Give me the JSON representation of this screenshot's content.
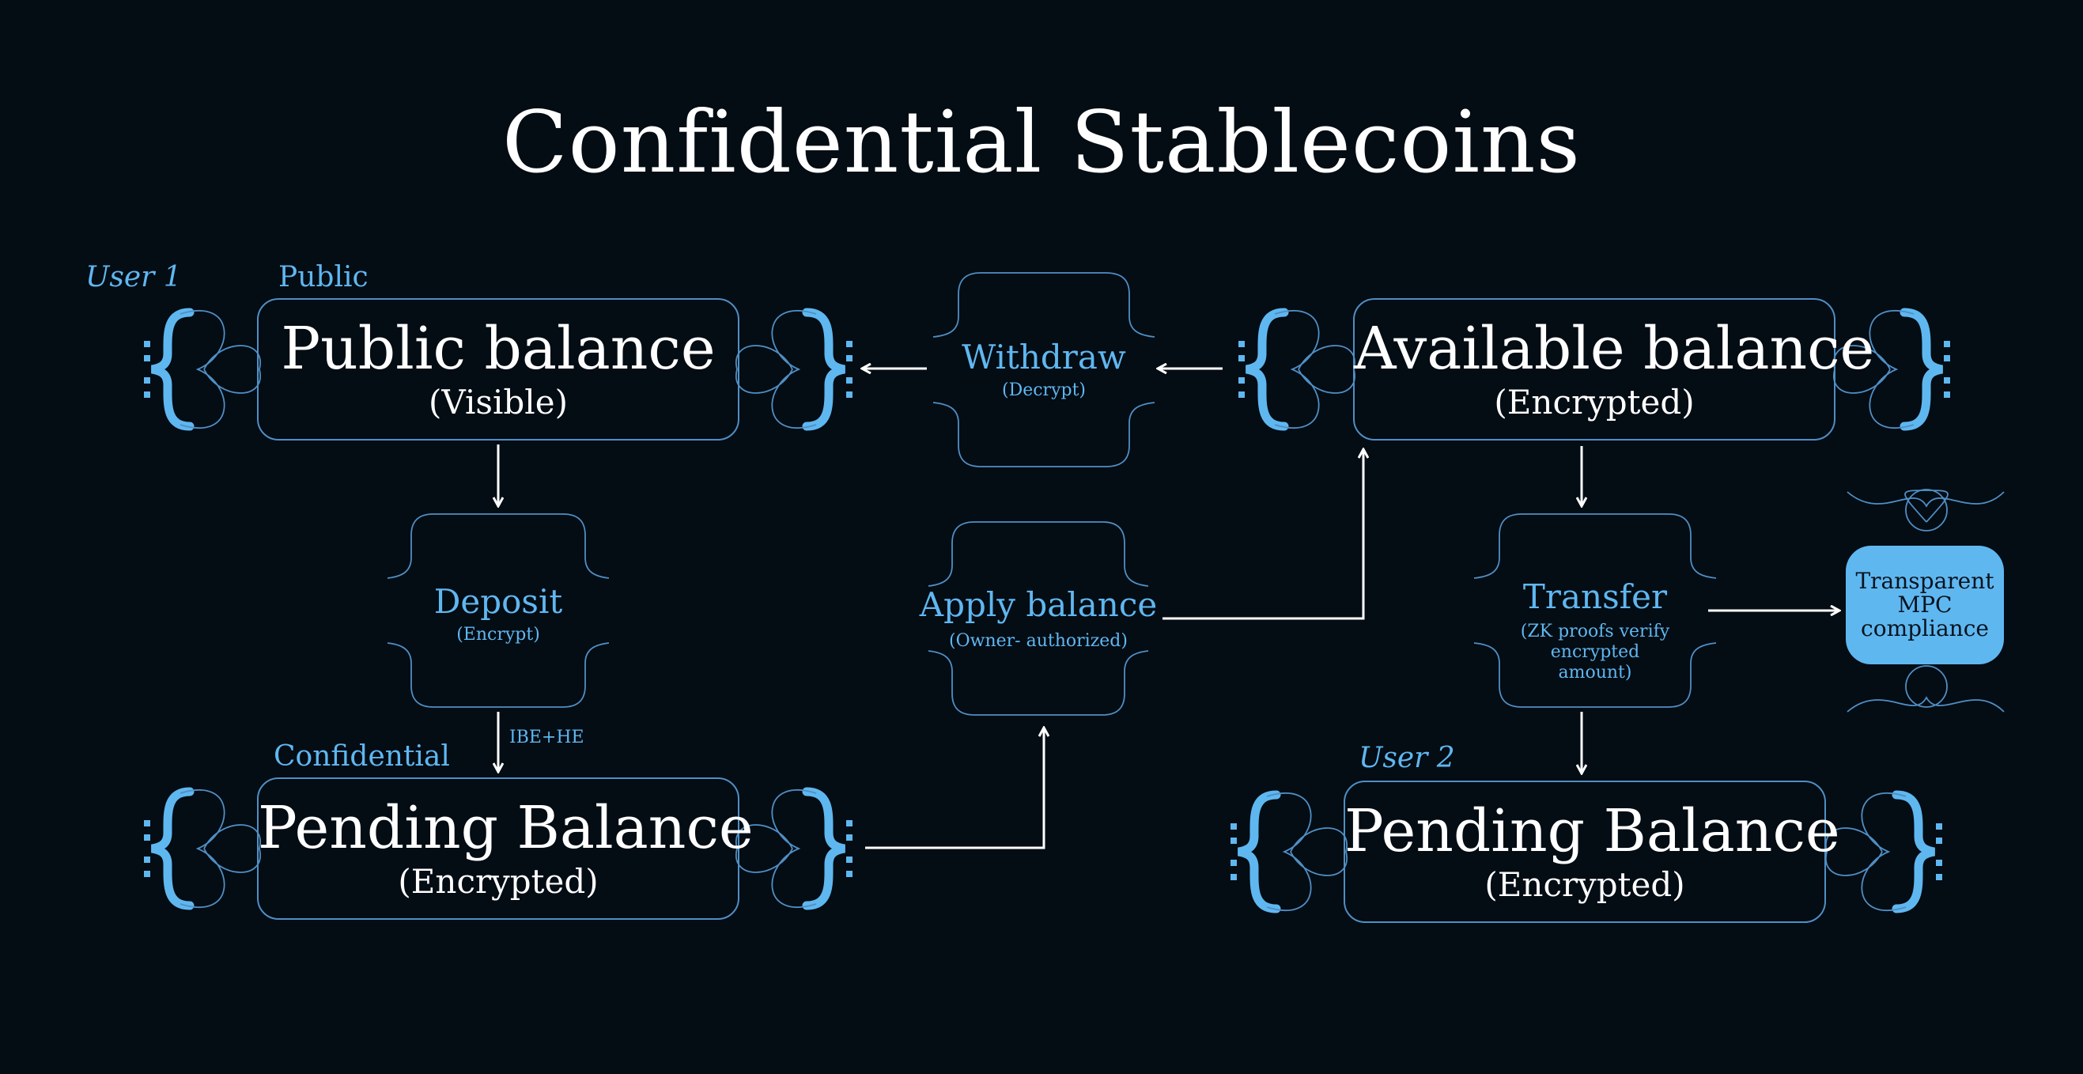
{
  "title": "Confidential Stablecoins",
  "labels": {
    "user1": "User 1",
    "user2": "User 2",
    "public": "Public",
    "confidential": "Confidential",
    "ibe_he": "IBE+HE"
  },
  "balances": {
    "public": {
      "title": "Public balance",
      "subtitle": "(Visible)"
    },
    "available": {
      "title": "Available balance",
      "subtitle": "(Encrypted)"
    },
    "pending_user1": {
      "title": "Pending Balance",
      "subtitle": "(Encrypted)"
    },
    "pending_user2": {
      "title": "Pending Balance",
      "subtitle": "(Encrypted)"
    }
  },
  "operations": {
    "withdraw": {
      "title": "Withdraw",
      "subtitle": "(Decrypt)"
    },
    "deposit": {
      "title": "Deposit",
      "subtitle": "(Encrypt)"
    },
    "apply": {
      "title": "Apply balance",
      "subtitle": "(Owner- authorized)"
    },
    "transfer": {
      "title": "Transfer",
      "subtitle": "(ZK proofs verify encrypted amount)"
    }
  },
  "compliance": {
    "label": "Transparent MPC compliance"
  },
  "colors": {
    "background": "#040c14",
    "accent": "#5fb7f0",
    "box_stroke": "#4f8fc4",
    "arrow": "#ffffff",
    "text": "#ffffff"
  }
}
